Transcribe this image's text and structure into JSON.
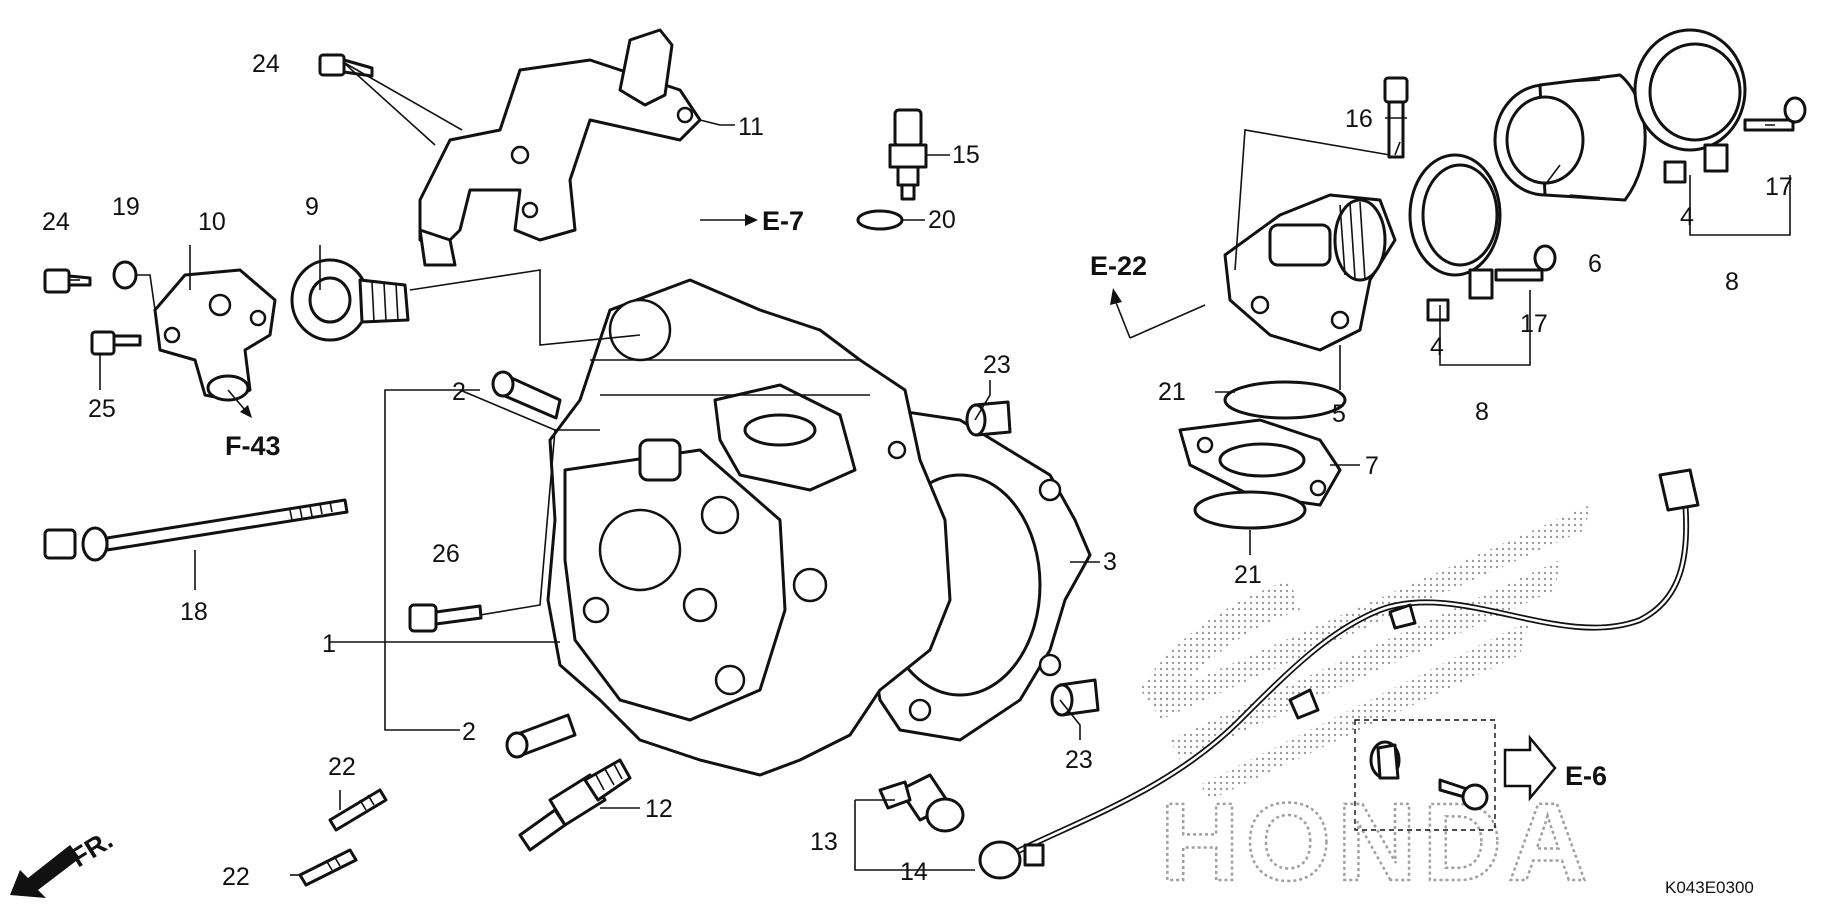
{
  "diagram": {
    "code": "K043E0300",
    "direction_label": "FR.",
    "watermark": "HONDA",
    "references": {
      "e7": "E-7",
      "e22": "E-22",
      "f43": "F-43",
      "e6": "E-6"
    },
    "callouts": {
      "c24a": "24",
      "c11": "11",
      "c15": "15",
      "c20": "20",
      "c16": "16",
      "c17a": "17",
      "c4a": "4",
      "c8a": "8",
      "c6": "6",
      "c17b": "17",
      "c4b": "4",
      "c8b": "8",
      "c5": "5",
      "c24b": "24",
      "c19": "19",
      "c10": "10",
      "c9": "9",
      "c25": "25",
      "c2a": "2",
      "c23a": "23",
      "c21a": "21",
      "c7": "7",
      "c21b": "21",
      "c3": "3",
      "c18": "18",
      "c26": "26",
      "c1": "1",
      "c23b": "23",
      "c2b": "2",
      "c22a": "22",
      "c12": "12",
      "c13": "13",
      "c14": "14",
      "c22b": "22"
    }
  }
}
